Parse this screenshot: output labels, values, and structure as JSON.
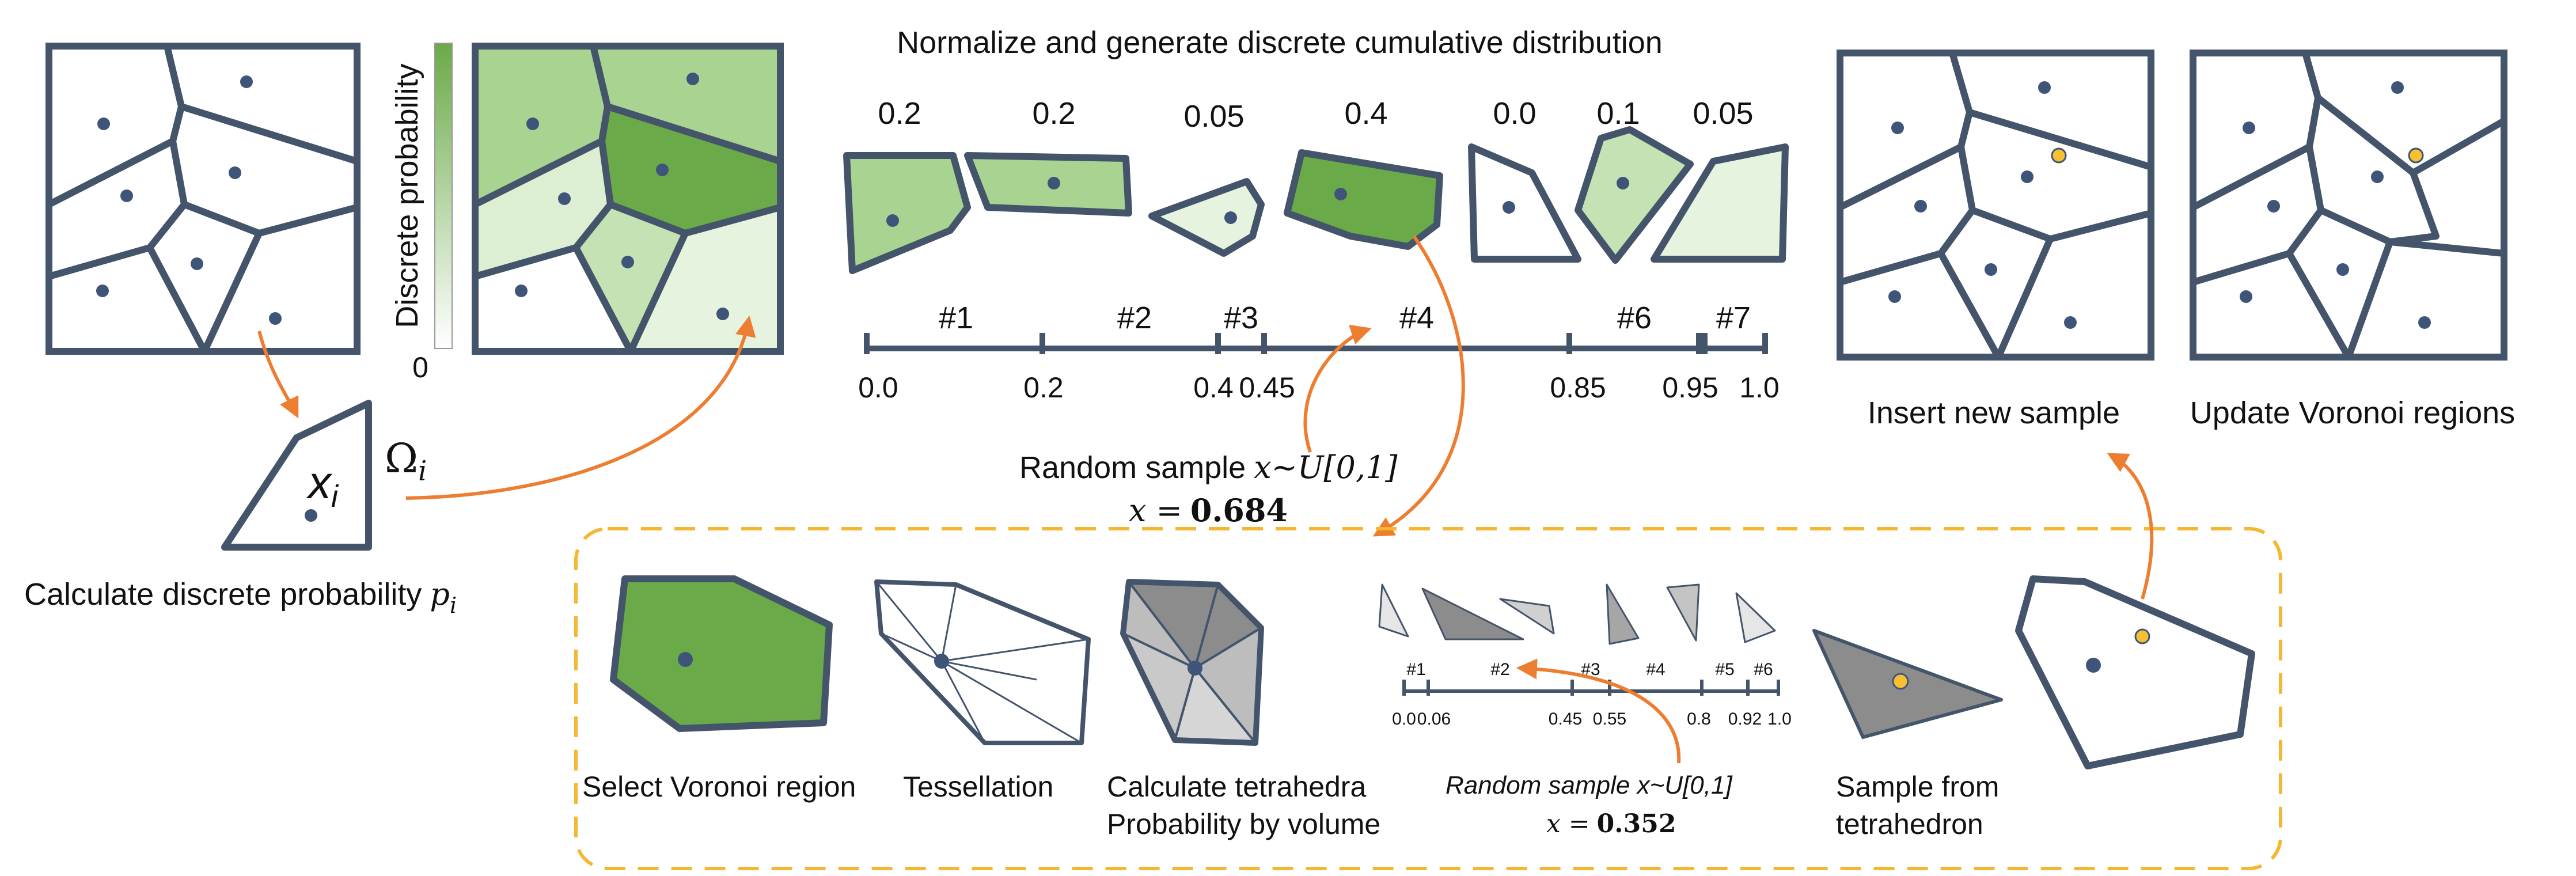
{
  "colors": {
    "outline": "#44546a",
    "dot": "#3f5479",
    "green_dark": "#6aaa48",
    "green_mid": "#a8d391",
    "green_light": "#dcefd2",
    "orange_arrow": "#ed7d31",
    "yellow_dash": "#f5b732",
    "new_sample": "#f6c030",
    "gray_dark": "#8c8c8c",
    "gray_light": "#d9d9d9"
  },
  "colorbar": {
    "label": "Discrete probability",
    "min_label": "0"
  },
  "titles": {
    "normalize": "Normalize and generate discrete cumulative distribution",
    "calc_prob": "Calculate discrete probability",
    "calc_prob_symbol": "p",
    "calc_prob_sub": "i",
    "insert": "Insert new sample",
    "update": "Update Voronoi regions"
  },
  "cell_symbols": {
    "x": "x",
    "x_sub": "i",
    "omega": "Ω",
    "omega_sub": "i"
  },
  "regions": [
    {
      "prob": "0.2",
      "tag": "#1"
    },
    {
      "prob": "0.2",
      "tag": "#2"
    },
    {
      "prob": "0.05",
      "tag": "#3"
    },
    {
      "prob": "0.4",
      "tag": "#4"
    },
    {
      "prob": "0.0",
      "tag": ""
    },
    {
      "prob": "0.1",
      "tag": "#6"
    },
    {
      "prob": "0.05",
      "tag": "#7"
    }
  ],
  "cdf_axis": {
    "ticks": [
      "0.0",
      "0.2",
      "0.4",
      "0.45",
      "0.85",
      "0.95",
      "1.0"
    ]
  },
  "random_sample_top": {
    "prefix": "Random sample",
    "dist": "x~U[0,1]",
    "value_prefix": "x =",
    "value": "0.684"
  },
  "bottom_steps": {
    "select": "Select Voronoi region",
    "tessellation": "Tessellation",
    "calc_tet_line1": "Calculate tetrahedra",
    "calc_tet_line2": "Probability by volume",
    "sample_line1": "Sample from",
    "sample_line2": "tetrahedron"
  },
  "tet_cdf": {
    "tags": [
      "#1",
      "#2",
      "#3",
      "#4",
      "#5",
      "#6"
    ],
    "ticks": [
      "0.0",
      "0.06",
      "0.45",
      "0.55",
      "0.8",
      "0.92",
      "1.0"
    ]
  },
  "random_sample_bottom": {
    "text": "Random sample x~U[0,1]",
    "value_prefix": "x =",
    "value": "0.352"
  }
}
